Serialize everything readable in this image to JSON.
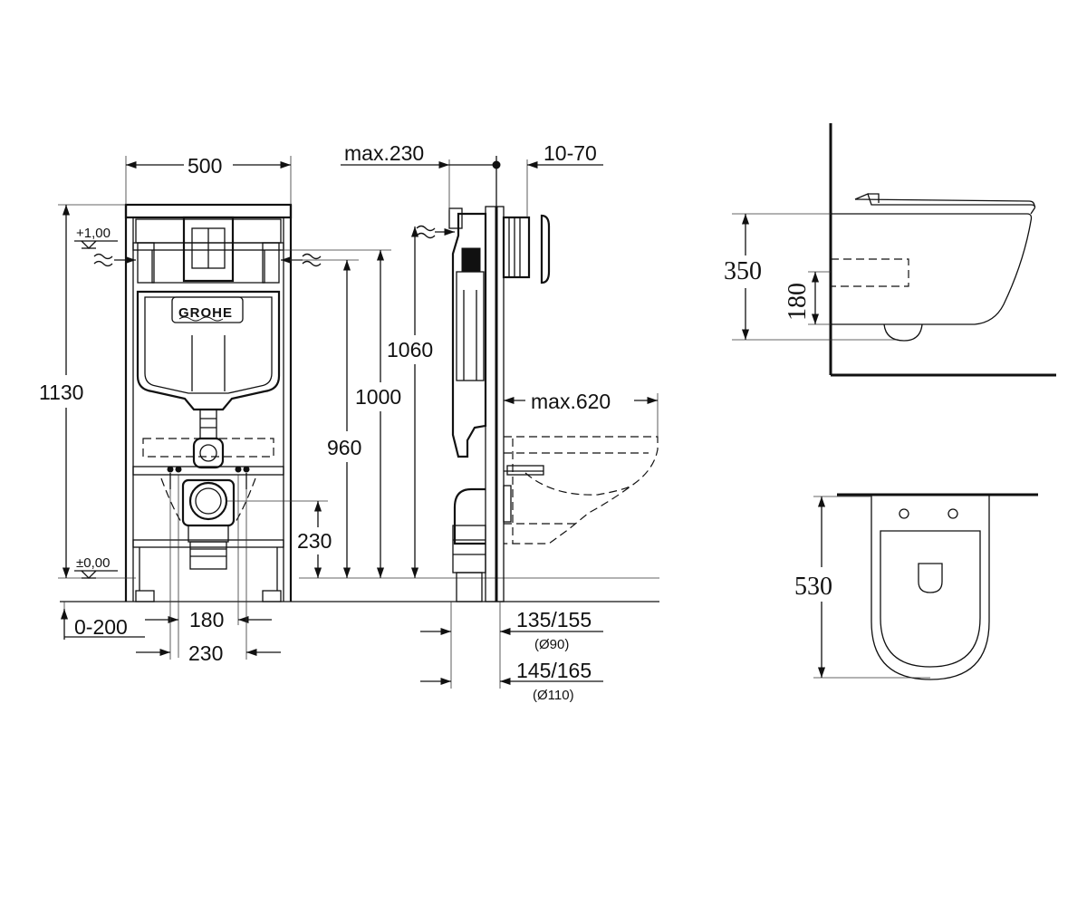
{
  "front_view": {
    "width": "500",
    "height_total": "1130",
    "level_top": "+1,00",
    "level_floor": "±0,00",
    "h1060": "1060",
    "h1000": "1000",
    "h960": "960",
    "h230": "230",
    "offset": "0-200",
    "spacing180": "180",
    "spacing230": "230",
    "brand": "GROHE"
  },
  "side_view": {
    "max230": "max.230",
    "range10_70": "10-70",
    "max620": "max.620",
    "d1": "135/155",
    "d1_sub": "(Ø90)",
    "d2": "145/165",
    "d2_sub": "(Ø110)"
  },
  "bowl_side": {
    "h350": "350",
    "h180": "180"
  },
  "bowl_top": {
    "length": "530"
  }
}
